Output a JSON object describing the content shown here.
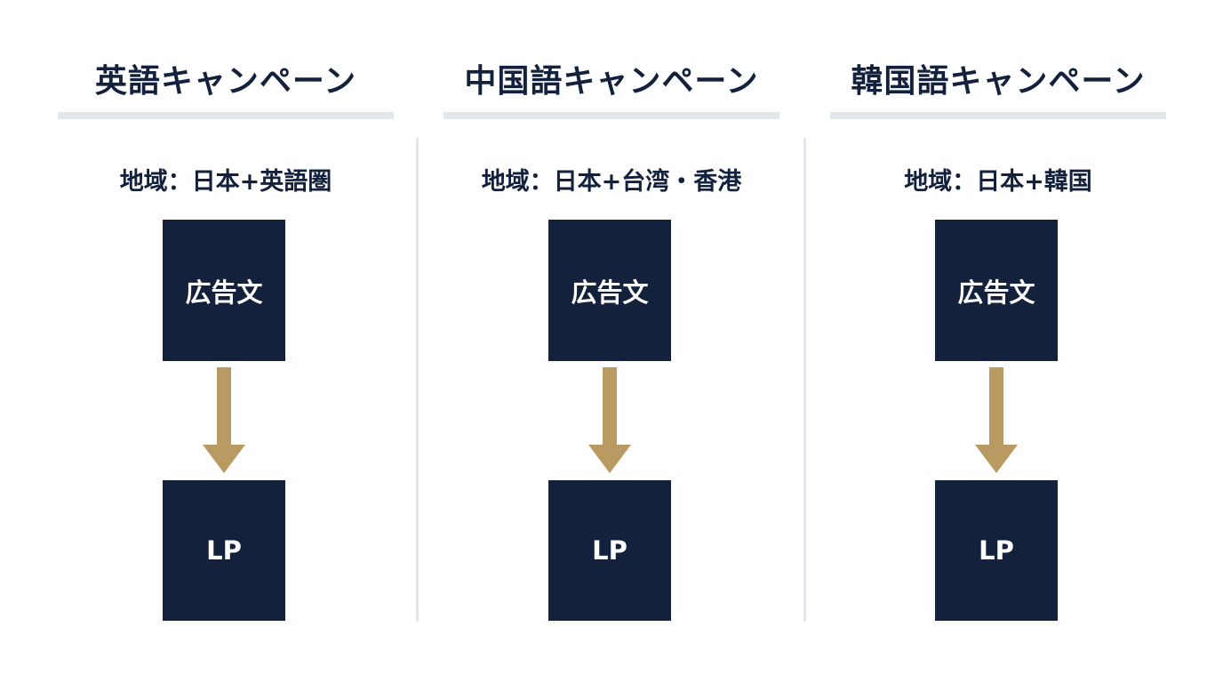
{
  "colors": {
    "navy": "#13213d",
    "gold": "#b89a62",
    "rule": "#e3e6ea"
  },
  "columns": [
    {
      "title": "英語キャンペーン",
      "region": "地域：日本+英語圏",
      "ad_label": "広告文",
      "lp_label": "LP"
    },
    {
      "title": "中国語キャンペーン",
      "region": "地域：日本+台湾・香港",
      "ad_label": "広告文",
      "lp_label": "LP"
    },
    {
      "title": "韓国語キャンペーン",
      "region": "地域：日本+韓国",
      "ad_label": "広告文",
      "lp_label": "LP"
    }
  ]
}
